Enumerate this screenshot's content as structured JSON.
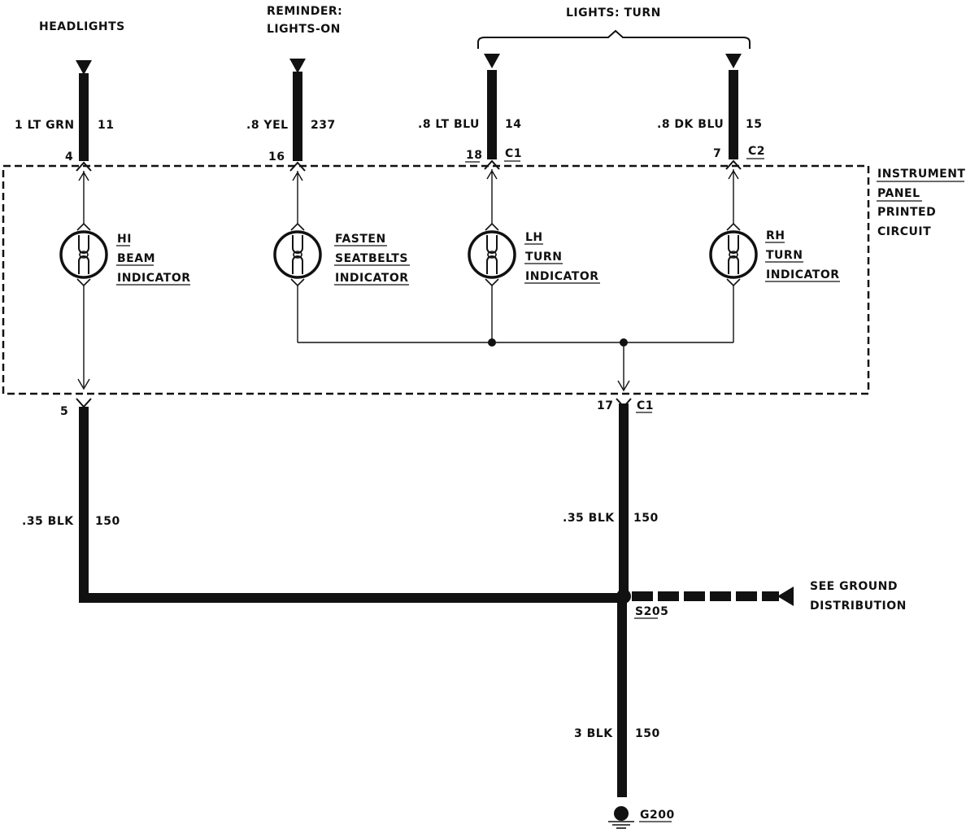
{
  "colors": {
    "ink": "#111111",
    "background": "#ffffff"
  },
  "circuits": [
    {
      "id": "headlights",
      "title_lines": [
        "HEADLIGHTS"
      ],
      "wire_color": "1 LT GRN",
      "circuit_number": "11",
      "pin": "4",
      "connector": ""
    },
    {
      "id": "reminder",
      "title_lines": [
        "REMINDER:",
        "LIGHTS-ON"
      ],
      "wire_color": ".8 YEL",
      "circuit_number": "237",
      "pin": "16",
      "connector": ""
    },
    {
      "id": "lh-turn",
      "title_lines": [],
      "wire_color": ".8 LT BLU",
      "circuit_number": "14",
      "pin": "18",
      "connector": "C1"
    },
    {
      "id": "rh-turn",
      "title_lines": [],
      "wire_color": ".8 DK BLU",
      "circuit_number": "15",
      "pin": "7",
      "connector": "C2"
    }
  ],
  "group_label": "LIGHTS: TURN",
  "panel_label_lines": [
    "INSTRUMENT",
    "PANEL",
    "PRINTED",
    "CIRCUIT"
  ],
  "indicators": [
    {
      "id": "hi-beam",
      "lines": [
        "HI",
        "BEAM",
        "INDICATOR"
      ]
    },
    {
      "id": "fasten-seatbelts",
      "lines": [
        "FASTEN",
        "SEATBELTS",
        "INDICATOR"
      ]
    },
    {
      "id": "lh-turn",
      "lines": [
        "LH",
        "TURN",
        "INDICATOR"
      ]
    },
    {
      "id": "rh-turn",
      "lines": [
        "RH",
        "TURN",
        "INDICATOR"
      ]
    }
  ],
  "ground_outputs": [
    {
      "id": "left",
      "pin": "5",
      "connector": "",
      "wire_color": ".35 BLK",
      "circuit_number": "150"
    },
    {
      "id": "right",
      "pin": "17",
      "connector": "C1",
      "wire_color": ".35 BLK",
      "circuit_number": "150"
    }
  ],
  "splice": {
    "label": "S205",
    "see_lines": [
      "SEE GROUND",
      "DISTRIBUTION"
    ]
  },
  "ground_wire": {
    "wire_color": "3 BLK",
    "circuit_number": "150"
  },
  "ground": {
    "label": "G200"
  }
}
